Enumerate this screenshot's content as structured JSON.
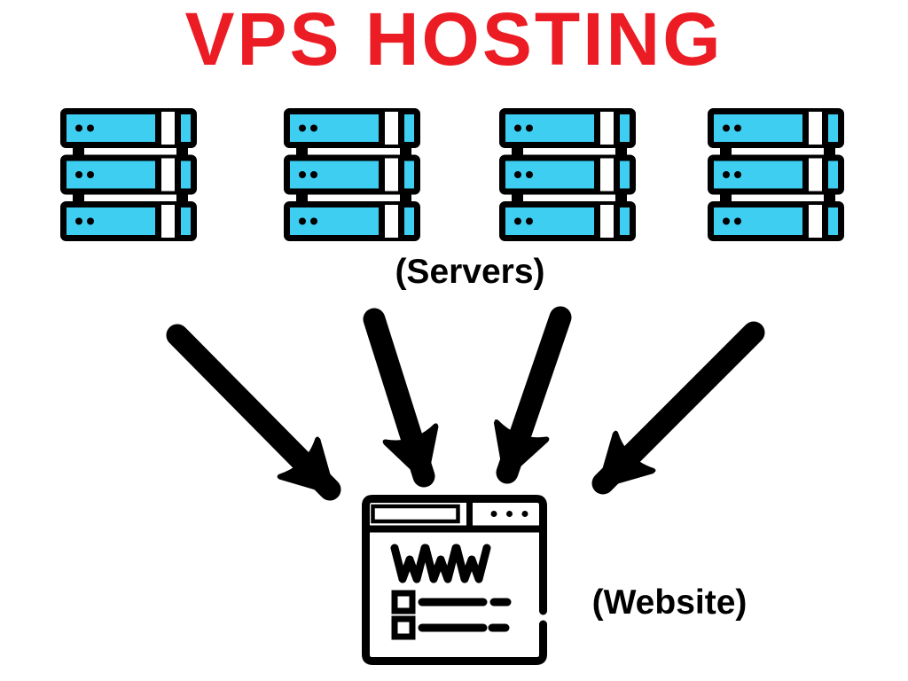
{
  "title": {
    "text": "VPS HOSTING"
  },
  "colors": {
    "accent_red": "#EC1C24",
    "server_cyan": "#3ECEF1",
    "ink": "#000000",
    "bg": "#FFFFFF"
  },
  "servers": {
    "label": "(Servers)",
    "stack_count": 4,
    "units_per_stack": 3
  },
  "arrows": {
    "count": 4
  },
  "website": {
    "label": "(Website)",
    "browser_text": "WWW",
    "toolbar_dot_count": 3,
    "list_row_count": 2
  }
}
